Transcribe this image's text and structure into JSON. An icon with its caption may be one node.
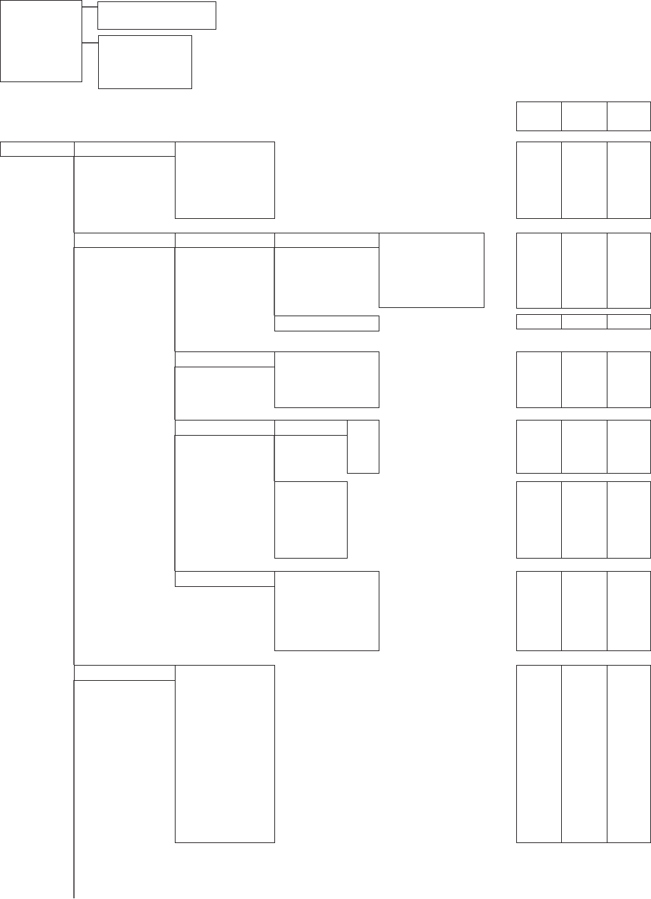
{
  "diagram": {
    "nodes": [
      {
        "text": [],
        "shape": "box"
      },
      {
        "text": [],
        "shape": "box"
      },
      {
        "text": [],
        "shape": "box"
      },
      {
        "text": [],
        "shape": "box"
      },
      {
        "text": [],
        "shape": "box"
      },
      {
        "text": [],
        "shape": "box"
      },
      {
        "text": [],
        "shape": "box"
      },
      {
        "text": [],
        "shape": "box"
      },
      {
        "text": [],
        "shape": "box"
      },
      {
        "text": [],
        "shape": "box"
      },
      {
        "text": [],
        "shape": "box"
      },
      {
        "text": [],
        "shape": "box"
      },
      {
        "text": [],
        "shape": "box"
      },
      {
        "text": [],
        "shape": "box"
      },
      {
        "text": [],
        "shape": "box"
      },
      {
        "text": [],
        "shape": "box"
      },
      {
        "text": [],
        "shape": "box"
      },
      {
        "text": [],
        "shape": "box"
      },
      {
        "text": [],
        "shape": "box"
      },
      {
        "text": [],
        "shape": "box"
      },
      {
        "text": [],
        "shape": "box"
      },
      {
        "text": [],
        "shape": "box"
      },
      {
        "text": [],
        "shape": "box"
      },
      {
        "text": [],
        "shape": "box"
      },
      {
        "text": [],
        "shape": "box"
      },
      {
        "text": [],
        "shape": "box"
      },
      {
        "text": [],
        "shape": "box"
      },
      {
        "text": [],
        "shape": "box"
      },
      {
        "text": [],
        "shape": "box"
      },
      {
        "text": [],
        "shape": "box"
      },
      {
        "text": [],
        "shape": "box"
      },
      {
        "text": [],
        "shape": "box"
      },
      {
        "text": [],
        "shape": "box"
      },
      {
        "text": [],
        "shape": "box"
      },
      {
        "text": [],
        "shape": "box"
      },
      {
        "text": [],
        "shape": "box"
      },
      {
        "text": [],
        "shape": "box"
      },
      {
        "text": [],
        "shape": "box"
      },
      {
        "text": [],
        "shape": "box"
      },
      {
        "text": [],
        "shape": "box"
      },
      {
        "text": [],
        "shape": "box"
      },
      {
        "text": [],
        "shape": "box"
      },
      {
        "text": [],
        "shape": "box"
      },
      {
        "text": [],
        "shape": "box"
      },
      {
        "text": [],
        "shape": "box"
      },
      {
        "text": [],
        "shape": "box"
      },
      {
        "text": [],
        "shape": "box"
      },
      {
        "text": [],
        "shape": "box"
      }
    ],
    "edges": [
      {
        "from": 0,
        "to": 1,
        "arrow": "none"
      },
      {
        "from": 0,
        "to": 2,
        "arrow": "none"
      },
      {
        "from": 7,
        "to": 12,
        "arrow": "none"
      },
      {
        "from": 12,
        "to": 43,
        "arrow": "none"
      },
      {
        "from": 43,
        "to": null,
        "arrow": "none"
      },
      {
        "from": 13,
        "to": 23,
        "arrow": "none"
      },
      {
        "from": 23,
        "to": 28,
        "arrow": "none"
      },
      {
        "from": 28,
        "to": 38,
        "arrow": "none"
      },
      {
        "from": 14,
        "to": 19,
        "arrow": "none"
      },
      {
        "from": 29,
        "to": 34,
        "arrow": "none"
      }
    ]
  }
}
